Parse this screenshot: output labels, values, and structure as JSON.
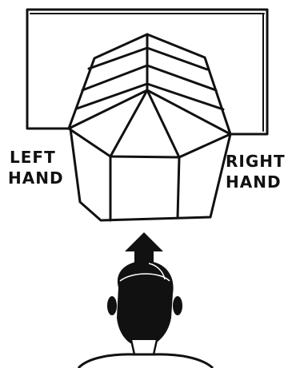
{
  "labels": {
    "left_line1": "LEFT",
    "left_line2": "HAND",
    "right_line1": "RIGHT",
    "right_line2": "HAND"
  },
  "colors": {
    "ink": "#111111",
    "background": "#ffffff"
  },
  "icons": {
    "direction": "up-arrow-icon",
    "viewer": "person-head-icon"
  }
}
